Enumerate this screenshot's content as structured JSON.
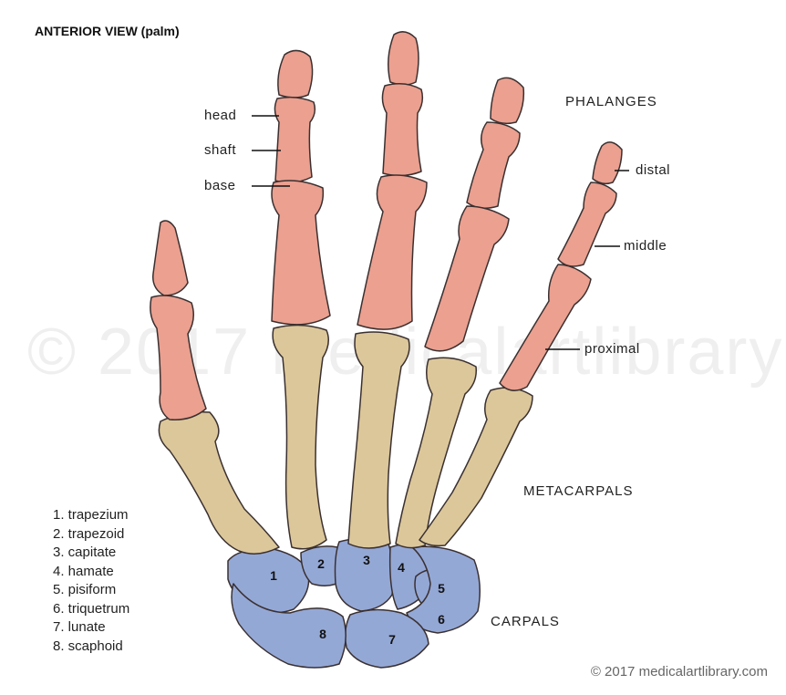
{
  "title": "ANTERIOR VIEW (palm)",
  "sections": {
    "phalanges": "PHALANGES",
    "metacarpals": "METACARPALS",
    "carpals": "CARPALS"
  },
  "bone_parts": {
    "head": "head",
    "shaft": "shaft",
    "base": "base"
  },
  "phalanx_types": {
    "distal": "distal",
    "middle": "middle",
    "proximal": "proximal"
  },
  "carpal_legend": [
    "1. trapezium",
    "2. trapezoid",
    "3. capitate",
    "4. hamate",
    "5. pisiform",
    "6. triquetrum",
    "7. lunate",
    "8. scaphoid"
  ],
  "carpal_numbers": [
    "1",
    "2",
    "3",
    "4",
    "5",
    "6",
    "7",
    "8"
  ],
  "watermark": "© 2017 medicalartlibrary",
  "copyright": "© 2017 medicalartlibrary.com",
  "colors": {
    "phalanges": "#eba090",
    "metacarpals": "#dcc79a",
    "carpals": "#94a8d6",
    "outline": "#3a3030"
  }
}
